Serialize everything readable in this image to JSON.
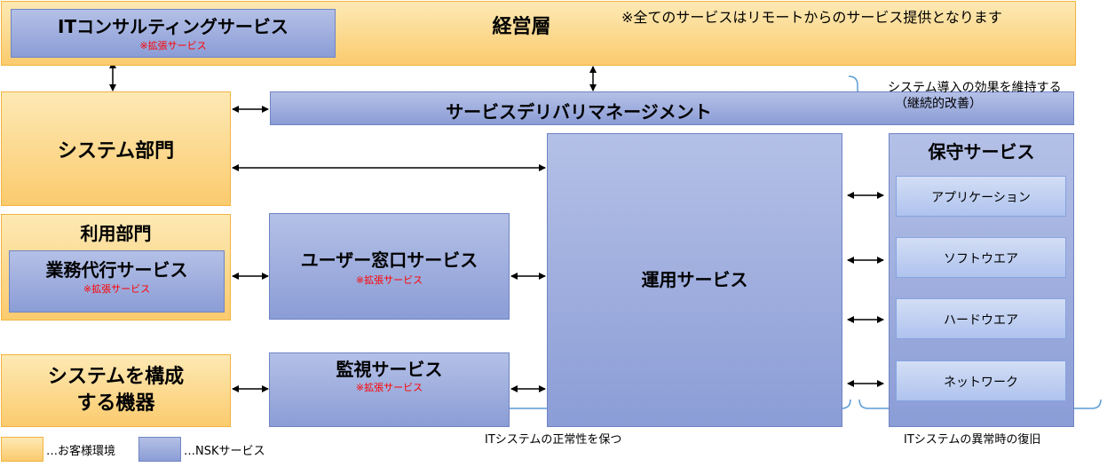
{
  "top": {
    "title": "経営層",
    "note": "※全てのサービスはリモートからのサービス提供となります",
    "it_consulting": {
      "title": "ITコンサルティングサービス",
      "tag": "※拡張サービス"
    }
  },
  "service_delivery": {
    "title": "サービスデリバリマネージメント",
    "note_line1": "システム導入の効果を維持する",
    "note_line2": "（継続的改善）"
  },
  "system_dept": {
    "title": "システム部門"
  },
  "user_dept": {
    "title": "利用部門",
    "bpo": {
      "title": "業務代行サービス",
      "tag": "※拡張サービス"
    }
  },
  "devices": {
    "line1": "システムを構成",
    "line2": "する機器"
  },
  "user_desk": {
    "title": "ユーザー窓口サービス",
    "tag": "※拡張サービス"
  },
  "monitoring": {
    "title": "監視サービス",
    "tag": "※拡張サービス"
  },
  "operations": {
    "title": "運用サービス"
  },
  "maintenance": {
    "title": "保守サービス",
    "items": [
      "アプリケーション",
      "ソフトウエア",
      "ハードウエア",
      "ネットワーク"
    ]
  },
  "captions": {
    "normal": "ITシステムの正常性を保つ",
    "recovery": "ITシステムの異常時の復旧"
  },
  "legend": {
    "customer": "…お客様環境",
    "nsk": "…NSKサービス"
  },
  "colors": {
    "customer_fill": "#fbcb6e",
    "nsk_fill": "#8b9dd6",
    "sub_fill": "#afc3ee",
    "tag_red": "#ff0000",
    "bracket": "#5b9bd5"
  }
}
